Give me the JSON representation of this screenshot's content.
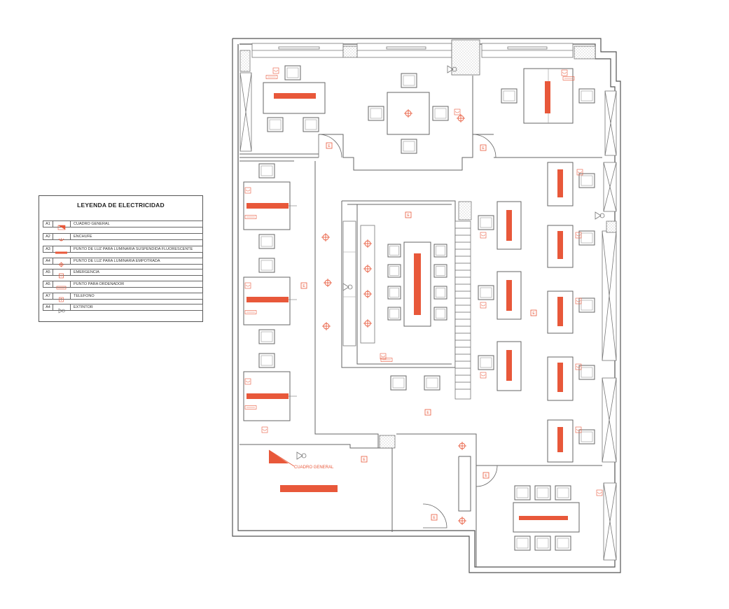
{
  "legend": {
    "title": "LEYENDA DE ELECTRICIDAD",
    "items": [
      {
        "code": "A1",
        "label": "CUADRO GENERAL",
        "symbol": "general-panel-icon"
      },
      {
        "code": "A2",
        "label": "ENCHUFE",
        "symbol": "outlet-icon"
      },
      {
        "code": "A3",
        "label": "PUNTO DE LUZ PARA LUMINARIA SUSPENDIDA FLUORESCENTE",
        "symbol": "fluorescent-light-icon"
      },
      {
        "code": "A4",
        "label": "PUNTO DE LUZ PARA LUMINARIA EMPOTRADA",
        "symbol": "recessed-light-icon"
      },
      {
        "code": "A5",
        "label": "EMERGENCIA",
        "symbol": "emergency-light-icon"
      },
      {
        "code": "A5",
        "label": "PUNTO PARA ORDENADOR",
        "symbol": "computer-point-icon"
      },
      {
        "code": "A7",
        "label": "TELEFONO",
        "symbol": "telephone-icon"
      },
      {
        "code": "A4",
        "label": "EXTINTOR",
        "symbol": "extinguisher-icon"
      }
    ]
  },
  "plan": {
    "panel_label": "CUADRO GENERAL",
    "emergency_label": "E"
  },
  "colors": {
    "accent": "#e8583a",
    "line": "#555555",
    "line_light": "#888888"
  }
}
